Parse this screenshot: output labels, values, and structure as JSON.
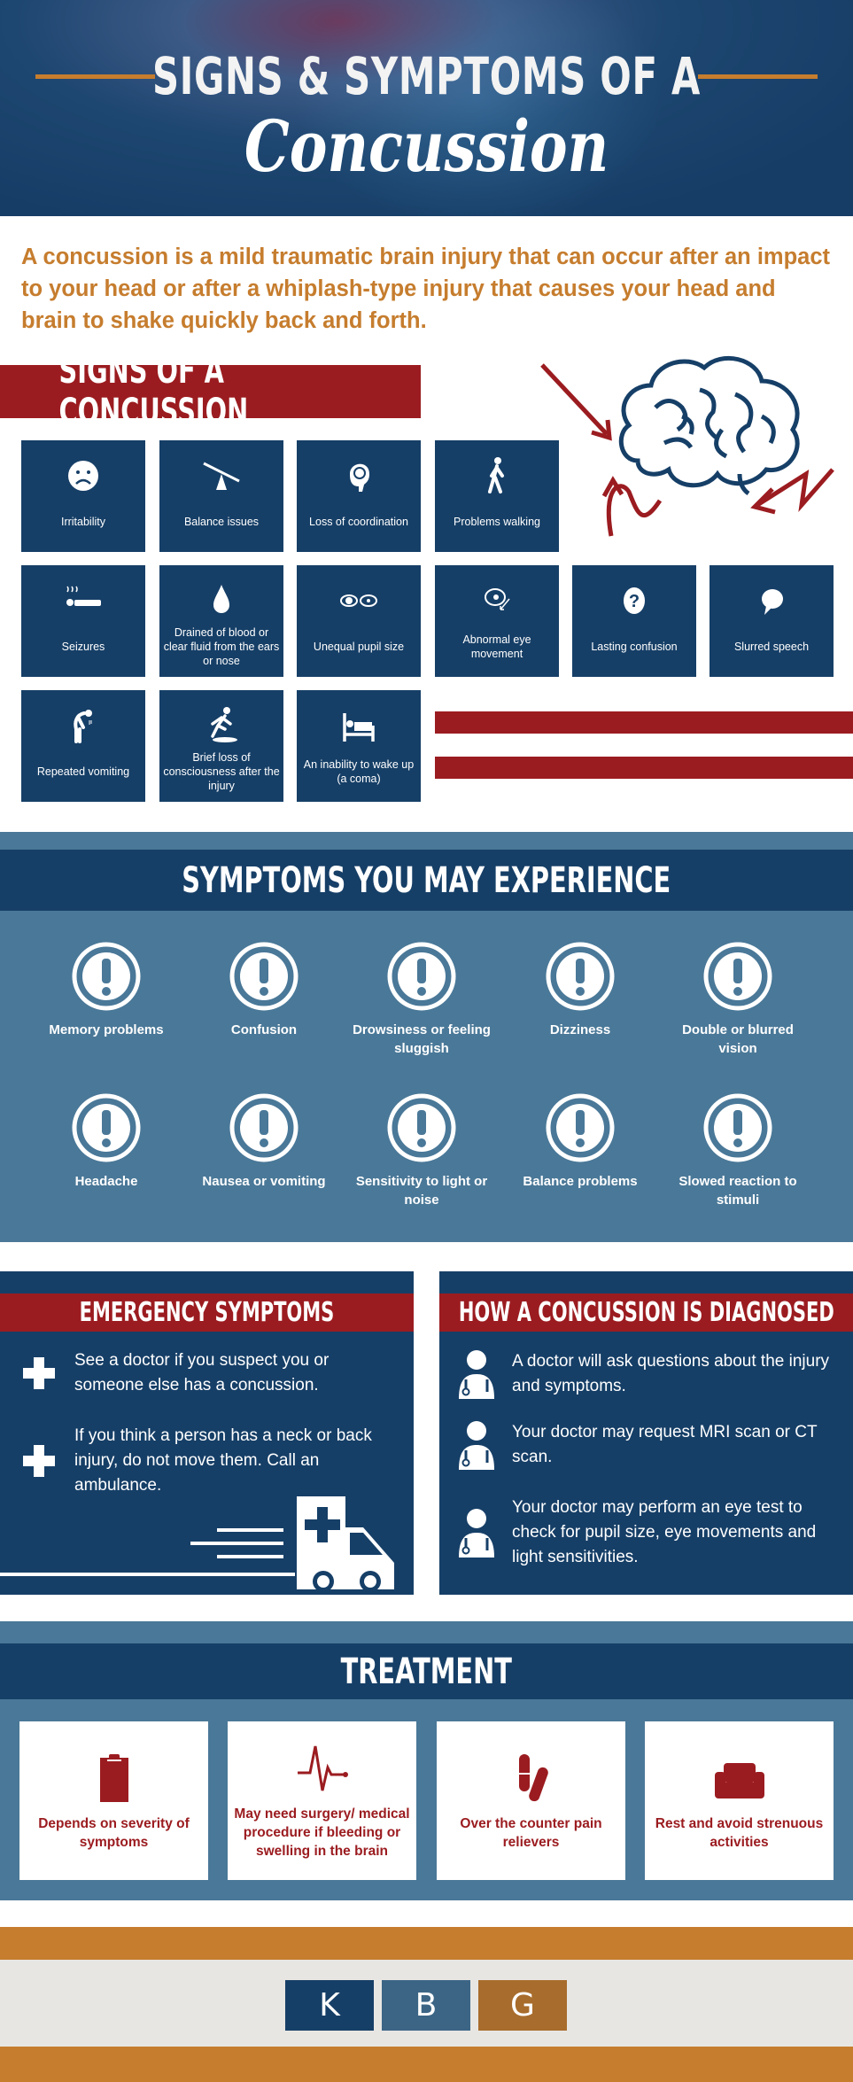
{
  "header": {
    "title_line1": "SIGNS & SYMPTOMS OF A",
    "title_line2": "Concussion"
  },
  "intro": "A concussion is a mild traumatic brain injury that can occur after an impact to your head or after a whiplash-type injury that causes your head and brain to shake quickly back and forth.",
  "signs": {
    "heading": "SIGNS OF A CONCUSSION",
    "items": [
      {
        "label": "Irritability",
        "icon": "sad-face-icon"
      },
      {
        "label": "Balance issues",
        "icon": "seesaw-icon"
      },
      {
        "label": "Loss of coordination",
        "icon": "head-icon"
      },
      {
        "label": "Problems walking",
        "icon": "walking-person-icon"
      },
      {
        "label": "Seizures",
        "icon": "person-lying-icon"
      },
      {
        "label": "Drained of blood or clear fluid from the ears or nose",
        "icon": "drop-icon"
      },
      {
        "label": "Unequal pupil size",
        "icon": "eyes-icon"
      },
      {
        "label": "Abnormal eye movement",
        "icon": "eye-icon"
      },
      {
        "label": "Lasting confusion",
        "icon": "question-icon"
      },
      {
        "label": "Slurred speech",
        "icon": "speech-bubble-icon"
      },
      {
        "label": "Repeated vomiting",
        "icon": "vomiting-person-icon"
      },
      {
        "label": "Brief loss of consciousness after the injury",
        "icon": "falling-person-icon"
      },
      {
        "label": "An inability to wake up (a coma)",
        "icon": "bed-icon"
      }
    ]
  },
  "symptoms": {
    "heading": "SYMPTOMS YOU MAY EXPERIENCE",
    "items": [
      "Memory problems",
      "Confusion",
      "Drowsiness or feeling sluggish",
      "Dizziness",
      "Double or blurred vision",
      "Headache",
      "Nausea or vomiting",
      "Sensitivity to light or noise",
      "Balance problems",
      "Slowed reaction to stimuli"
    ]
  },
  "emergency": {
    "heading": "EMERGENCY SYMPTOMS",
    "items": [
      "See a doctor if you suspect you or someone else has a concussion.",
      "If you think a person has a neck or back injury, do not move them. Call an ambulance."
    ]
  },
  "diagnosis": {
    "heading": "HOW A CONCUSSION IS DIAGNOSED",
    "items": [
      "A doctor will ask questions about the injury and symptoms.",
      "Your doctor may request MRI scan or CT scan.",
      "Your doctor may perform an eye test to check for pupil size, eye movements and light sensitivities."
    ]
  },
  "treatment": {
    "heading": "TREATMENT",
    "items": [
      {
        "label": "Depends on severity of symptoms",
        "icon": "clipboard-icon"
      },
      {
        "label": "May need surgery/ medical procedure if bleeding or swelling in the brain",
        "icon": "heartbeat-icon"
      },
      {
        "label": "Over the counter pain relievers",
        "icon": "pills-icon"
      },
      {
        "label": "Rest and avoid strenuous activities",
        "icon": "armchair-icon"
      }
    ]
  },
  "logo": {
    "letters": [
      "K",
      "B",
      "G"
    ]
  },
  "colors": {
    "navy": "#163f67",
    "red": "#9b1c20",
    "orange": "#c67d2e",
    "steel": "#4a7898",
    "gray": "#e8e6e3"
  }
}
